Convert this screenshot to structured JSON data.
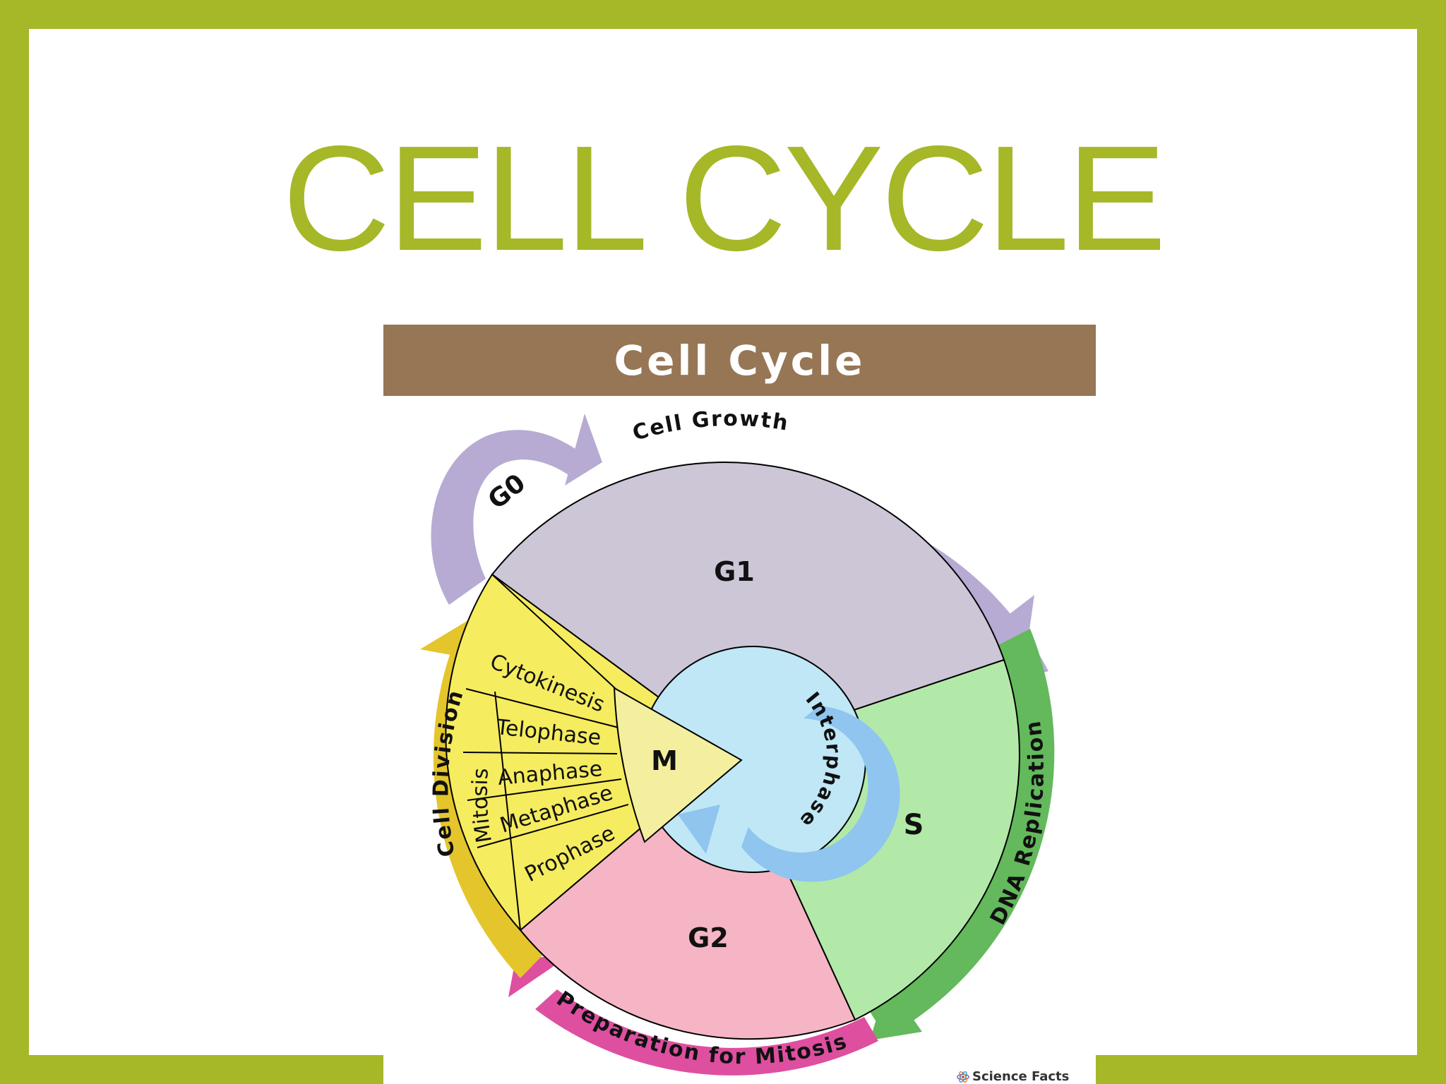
{
  "slide": {
    "title": "CELL CYCLE",
    "frame_color": "#a6b728"
  },
  "diagram": {
    "banner_title": "Cell Cycle",
    "banner_color": "#967654",
    "phases": {
      "g1": "G1",
      "s": "S",
      "g2": "G2",
      "m": "M",
      "g0": "G0"
    },
    "mitosis_label": "Mitosis",
    "mitosis_stages": [
      "Cytokinesis",
      "Telophase",
      "Anaphase",
      "Metaphase",
      "Prophase"
    ],
    "outer_arrows": {
      "cell_growth": "Cell Growth",
      "dna_replication": "DNA Replication",
      "preparation": "Preparation for Mitosis",
      "cell_division": "Cell Division"
    },
    "center_label": "Interphase",
    "colors": {
      "g1": "#cdc6d6",
      "s": "#b3e9a8",
      "g2": "#f5b5c4",
      "mitosis": "#f5ec5f",
      "m": "#f4ef9f",
      "center": "#bfe7f6",
      "center_arrow": "#8fc5ee",
      "growth_arrow": "#b7abd3",
      "dna_arrow": "#63b95c",
      "prep_arrow": "#de4fa0",
      "division_arrow": "#e4c52c"
    }
  },
  "credit": {
    "logo_icon": "atom-icon",
    "text": "Science Facts"
  }
}
